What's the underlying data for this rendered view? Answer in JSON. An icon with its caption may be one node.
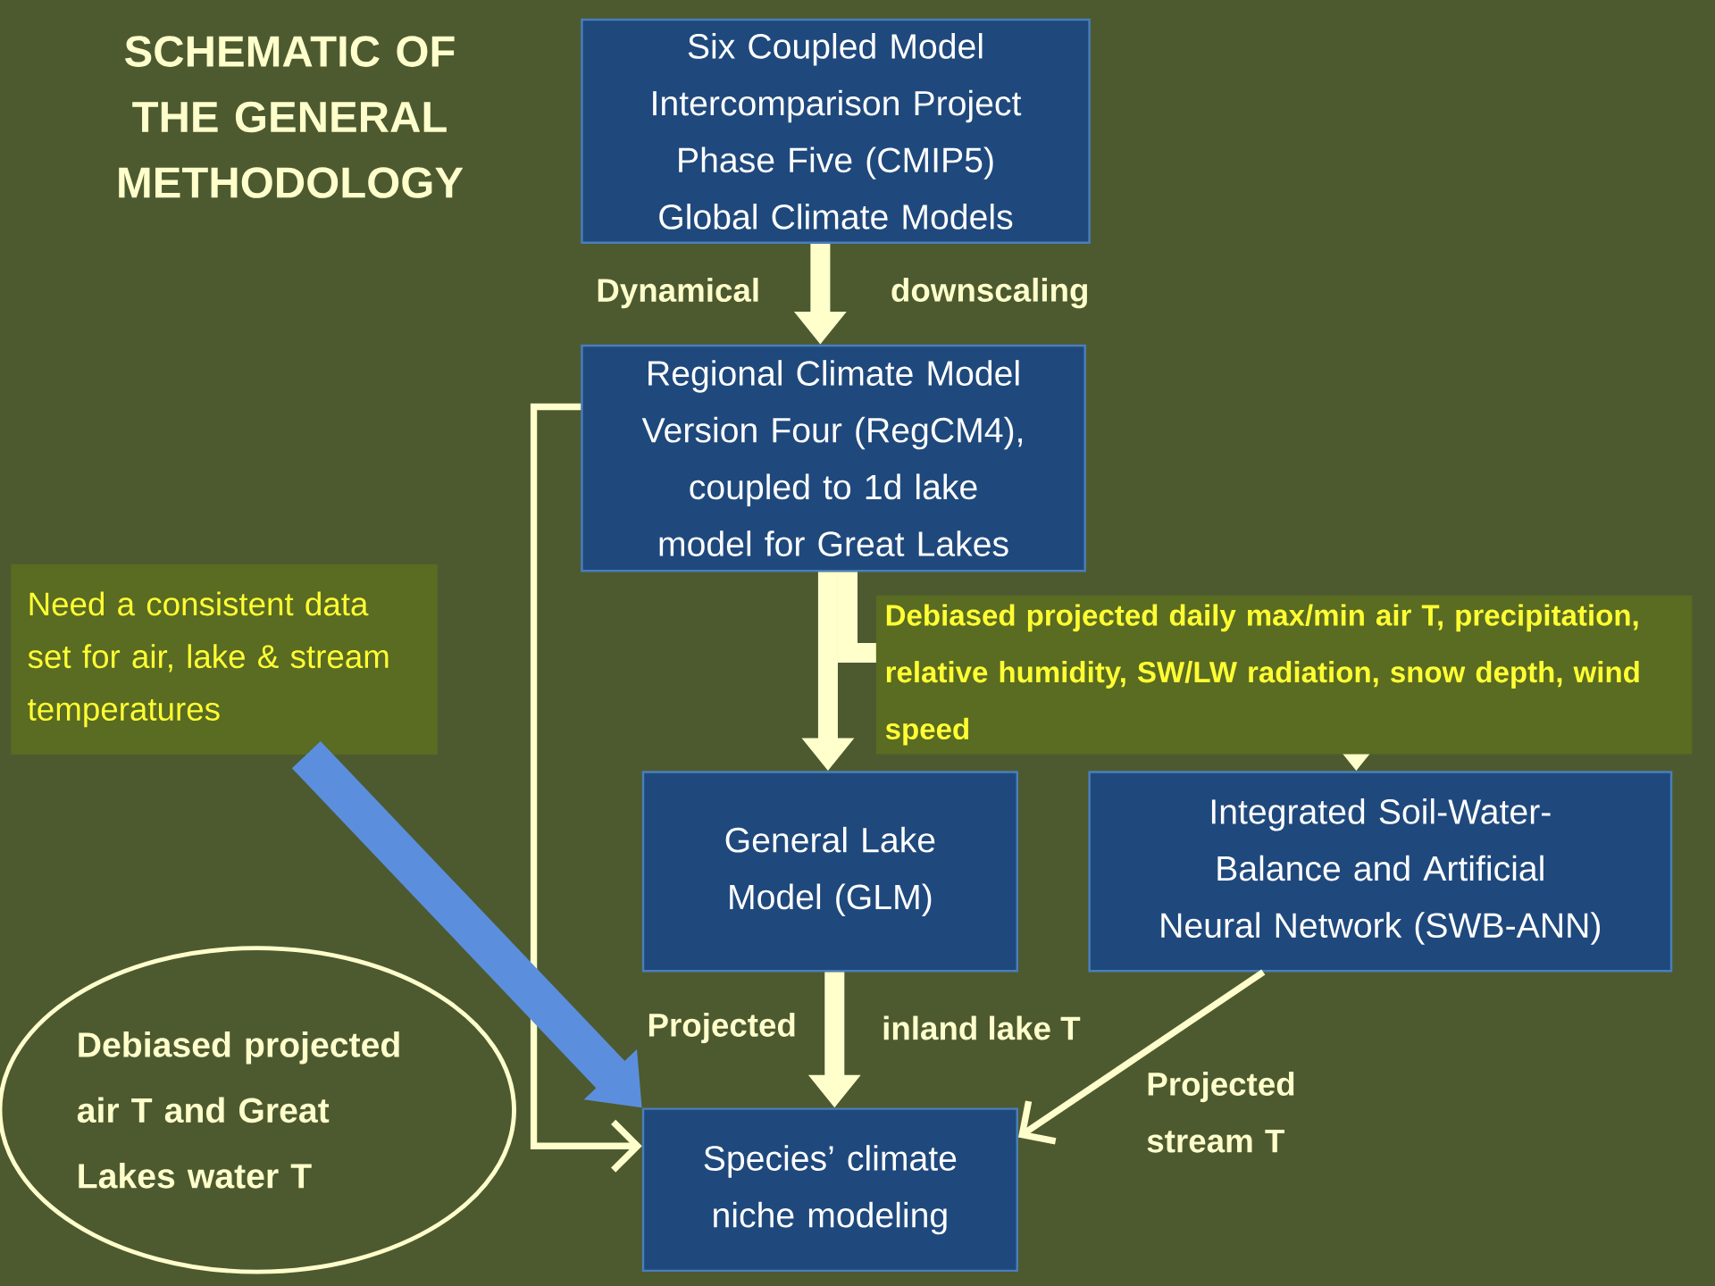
{
  "diagram": {
    "title": "SCHEMATIC OF THE GENERAL METHODOLOGY",
    "nodes": [
      {
        "text": [
          "Six Coupled Model Intercomparison Project Phase Five (CMIP5) Global Climate Models"
        ]
      },
      {
        "text": [
          "Regional Climate Model Version Four (RegCM4), coupled to 1d lake model for Great Lakes"
        ]
      },
      {
        "text": [
          "Need a consistent data set for air, lake & stream temperatures"
        ]
      },
      {
        "text": [
          "General Lake Model (GLM)"
        ]
      },
      {
        "text": [
          "Integrated Soil-Water-Balance and Artificial Neural Network (SWB-ANN)"
        ]
      },
      {
        "text": [
          "Species’ climate niche modeling"
        ]
      },
      {
        "text": [
          "Debiased projected air T and Great Lakes water T"
        ]
      }
    ],
    "edges": [
      {
        "from": 0,
        "to": 1,
        "arrow": "to"
      },
      {
        "from": 1,
        "to": 3,
        "arrow": "to"
      },
      {
        "from": 1,
        "to": 4,
        "arrow": "to",
        "label": "Debiased projected daily max/min air T, precipitation, relative humidity, SW/LW radiation, snow depth, wind speed"
      },
      {
        "from": 1,
        "to": 5,
        "arrow": "to"
      },
      {
        "from": 2,
        "to": 5,
        "arrow": "to",
        "style": "thick",
        "color": "#5b8fde"
      },
      {
        "from": 3,
        "to": 5,
        "arrow": "to"
      },
      {
        "from": 4,
        "to": 5,
        "arrow": "to",
        "label": "Projected stream T"
      }
    ],
    "labels": [
      "Dynamical",
      "downscaling",
      "Projected",
      "inland lake T"
    ]
  }
}
